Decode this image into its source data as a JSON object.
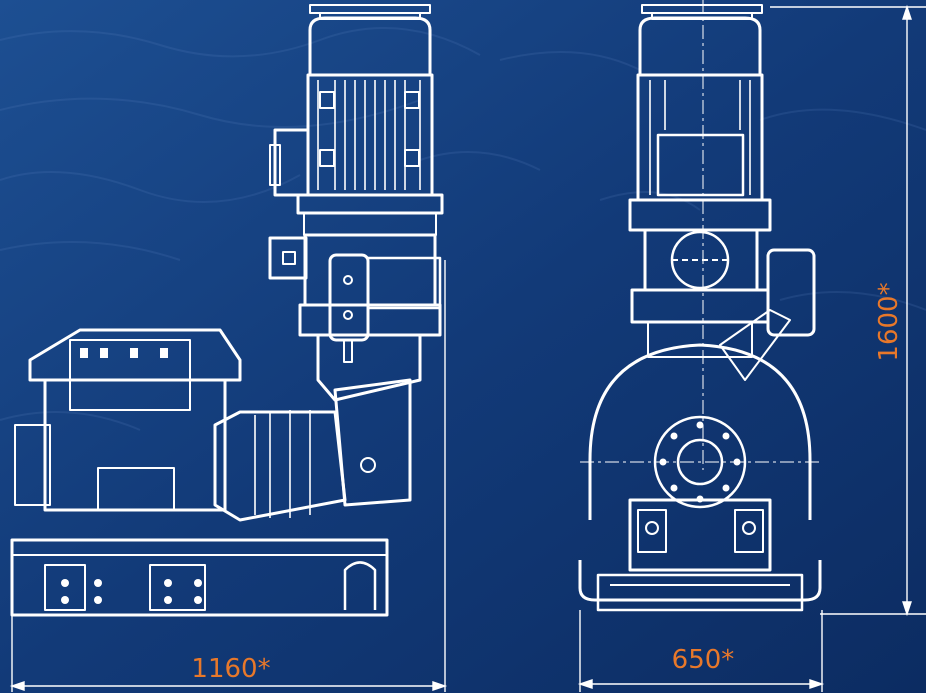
{
  "colors": {
    "background_deep": "#0d2f66",
    "background_mid": "#1a4a8e",
    "line": "#ffffff",
    "dimension_text": "#e8782a"
  },
  "dimensions": {
    "width_side": "1160*",
    "width_front": "650*",
    "height": "1600*"
  }
}
